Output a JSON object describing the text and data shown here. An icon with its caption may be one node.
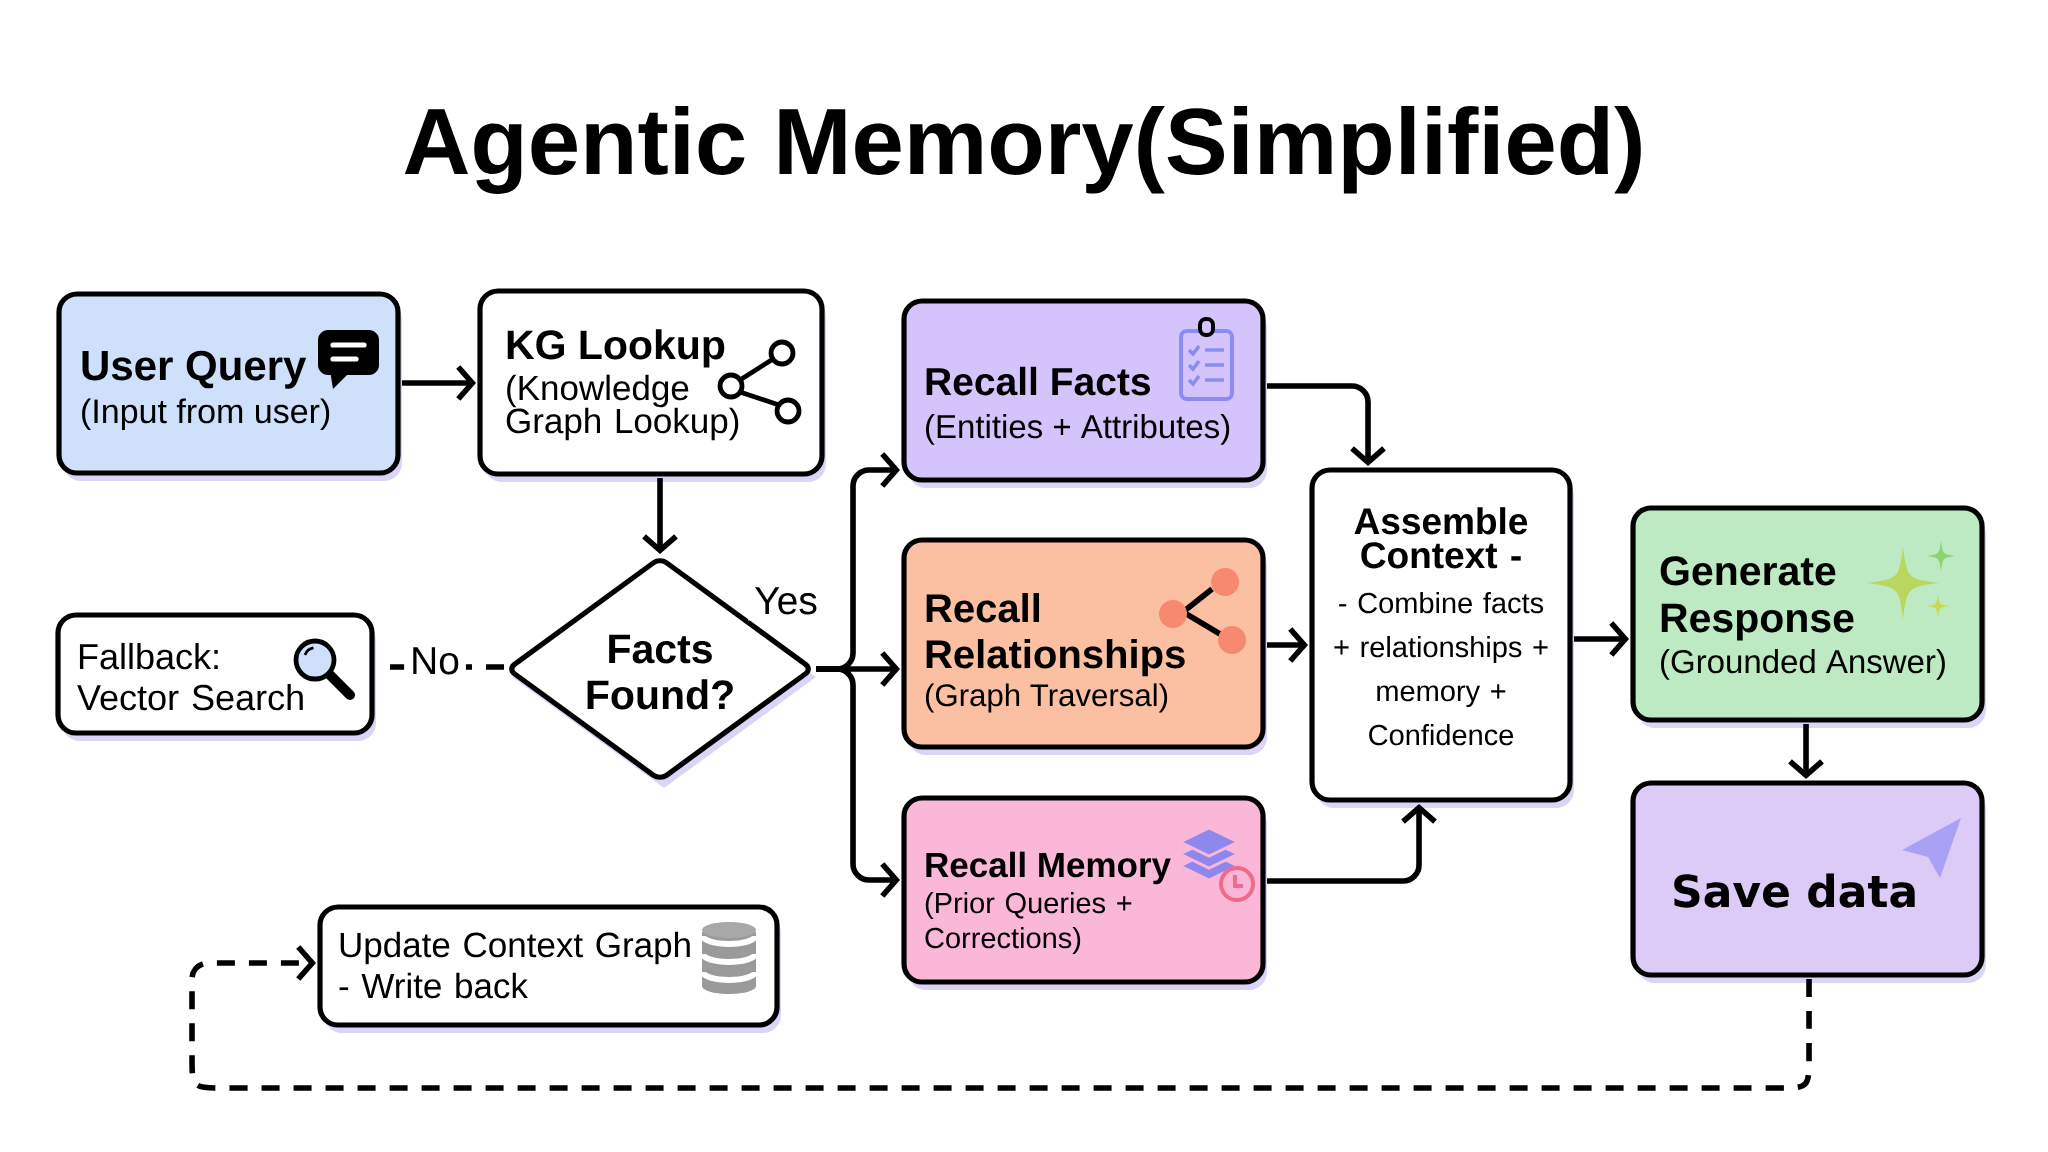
{
  "diagram": {
    "title": "Agentic Memory(Simplified)",
    "nodes": [
      {
        "text": [
          "User Query",
          "(Input from user)"
        ]
      },
      {
        "text": [
          "KG Lookup",
          "(Knowledge Graph Lookup)"
        ]
      },
      {
        "text": [
          "Facts Found?"
        ]
      },
      {
        "text": [
          "Fallback: Vector Search"
        ]
      },
      {
        "text": [
          "Recall Facts",
          "(Entities + Attributes)"
        ]
      },
      {
        "text": [
          "Recall Relationships",
          "(Graph Traversal)"
        ]
      },
      {
        "text": [
          "Recall Memory",
          "(Prior Queries + Corrections)"
        ]
      },
      {
        "text": [
          "Assemble Context -",
          "- Combine facts + relationships + memory + Confidence"
        ]
      },
      {
        "text": [
          "Generate Response",
          "(Grounded Answer)"
        ]
      },
      {
        "text": [
          "Save data"
        ]
      },
      {
        "text": [
          "Update Context Graph - Write back"
        ]
      }
    ],
    "edges": [
      {
        "from": 0,
        "to": 1,
        "arrow": "to"
      },
      {
        "from": 1,
        "to": 2,
        "arrow": "to"
      },
      {
        "from": 2,
        "to": 3,
        "arrow": "none",
        "label": "No",
        "style": "dashed"
      },
      {
        "from": 2,
        "to": 4,
        "arrow": "to"
      },
      {
        "from": 2,
        "to": 5,
        "arrow": "to",
        "label": "Yes"
      },
      {
        "from": 2,
        "to": 6,
        "arrow": "to"
      },
      {
        "from": 4,
        "to": 7,
        "arrow": "to"
      },
      {
        "from": 5,
        "to": 7,
        "arrow": "to"
      },
      {
        "from": 6,
        "to": 7,
        "arrow": "to"
      },
      {
        "from": 7,
        "to": 8,
        "arrow": "to"
      },
      {
        "from": 8,
        "to": 9,
        "arrow": "to"
      },
      {
        "from": 9,
        "to": 10,
        "arrow": "to",
        "style": "dashed"
      }
    ]
  }
}
